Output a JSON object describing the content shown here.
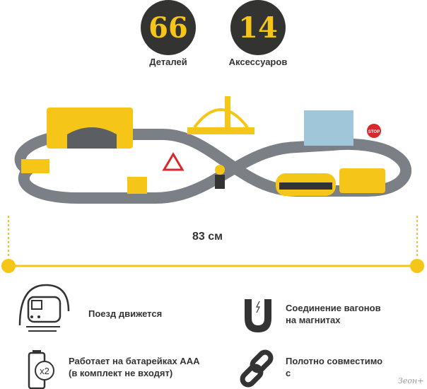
{
  "stats": [
    {
      "value": "66",
      "label": "Деталей"
    },
    {
      "value": "14",
      "label": "Аксессуаров"
    }
  ],
  "dimension": {
    "label": "83 см"
  },
  "features": [
    {
      "icon": "train-tunnel-icon",
      "line1": "Поезд движется",
      "line2": ""
    },
    {
      "icon": "magnet-icon",
      "line1": "Соединение вагонов",
      "line2": "на магнитах"
    },
    {
      "icon": "battery-icon",
      "line1": "Работает на батарейках ААА",
      "line2": "(в комплект не входят)",
      "icon_text": "x2"
    },
    {
      "icon": "chain-link-icon",
      "line1": "Полотно совместимо",
      "line2": "с"
    }
  ],
  "product": {
    "stop_sign": "STOP"
  },
  "watermark": "Зеон+",
  "colors": {
    "accent": "#f5c518",
    "dark": "#333331",
    "track": "#7b8087"
  }
}
